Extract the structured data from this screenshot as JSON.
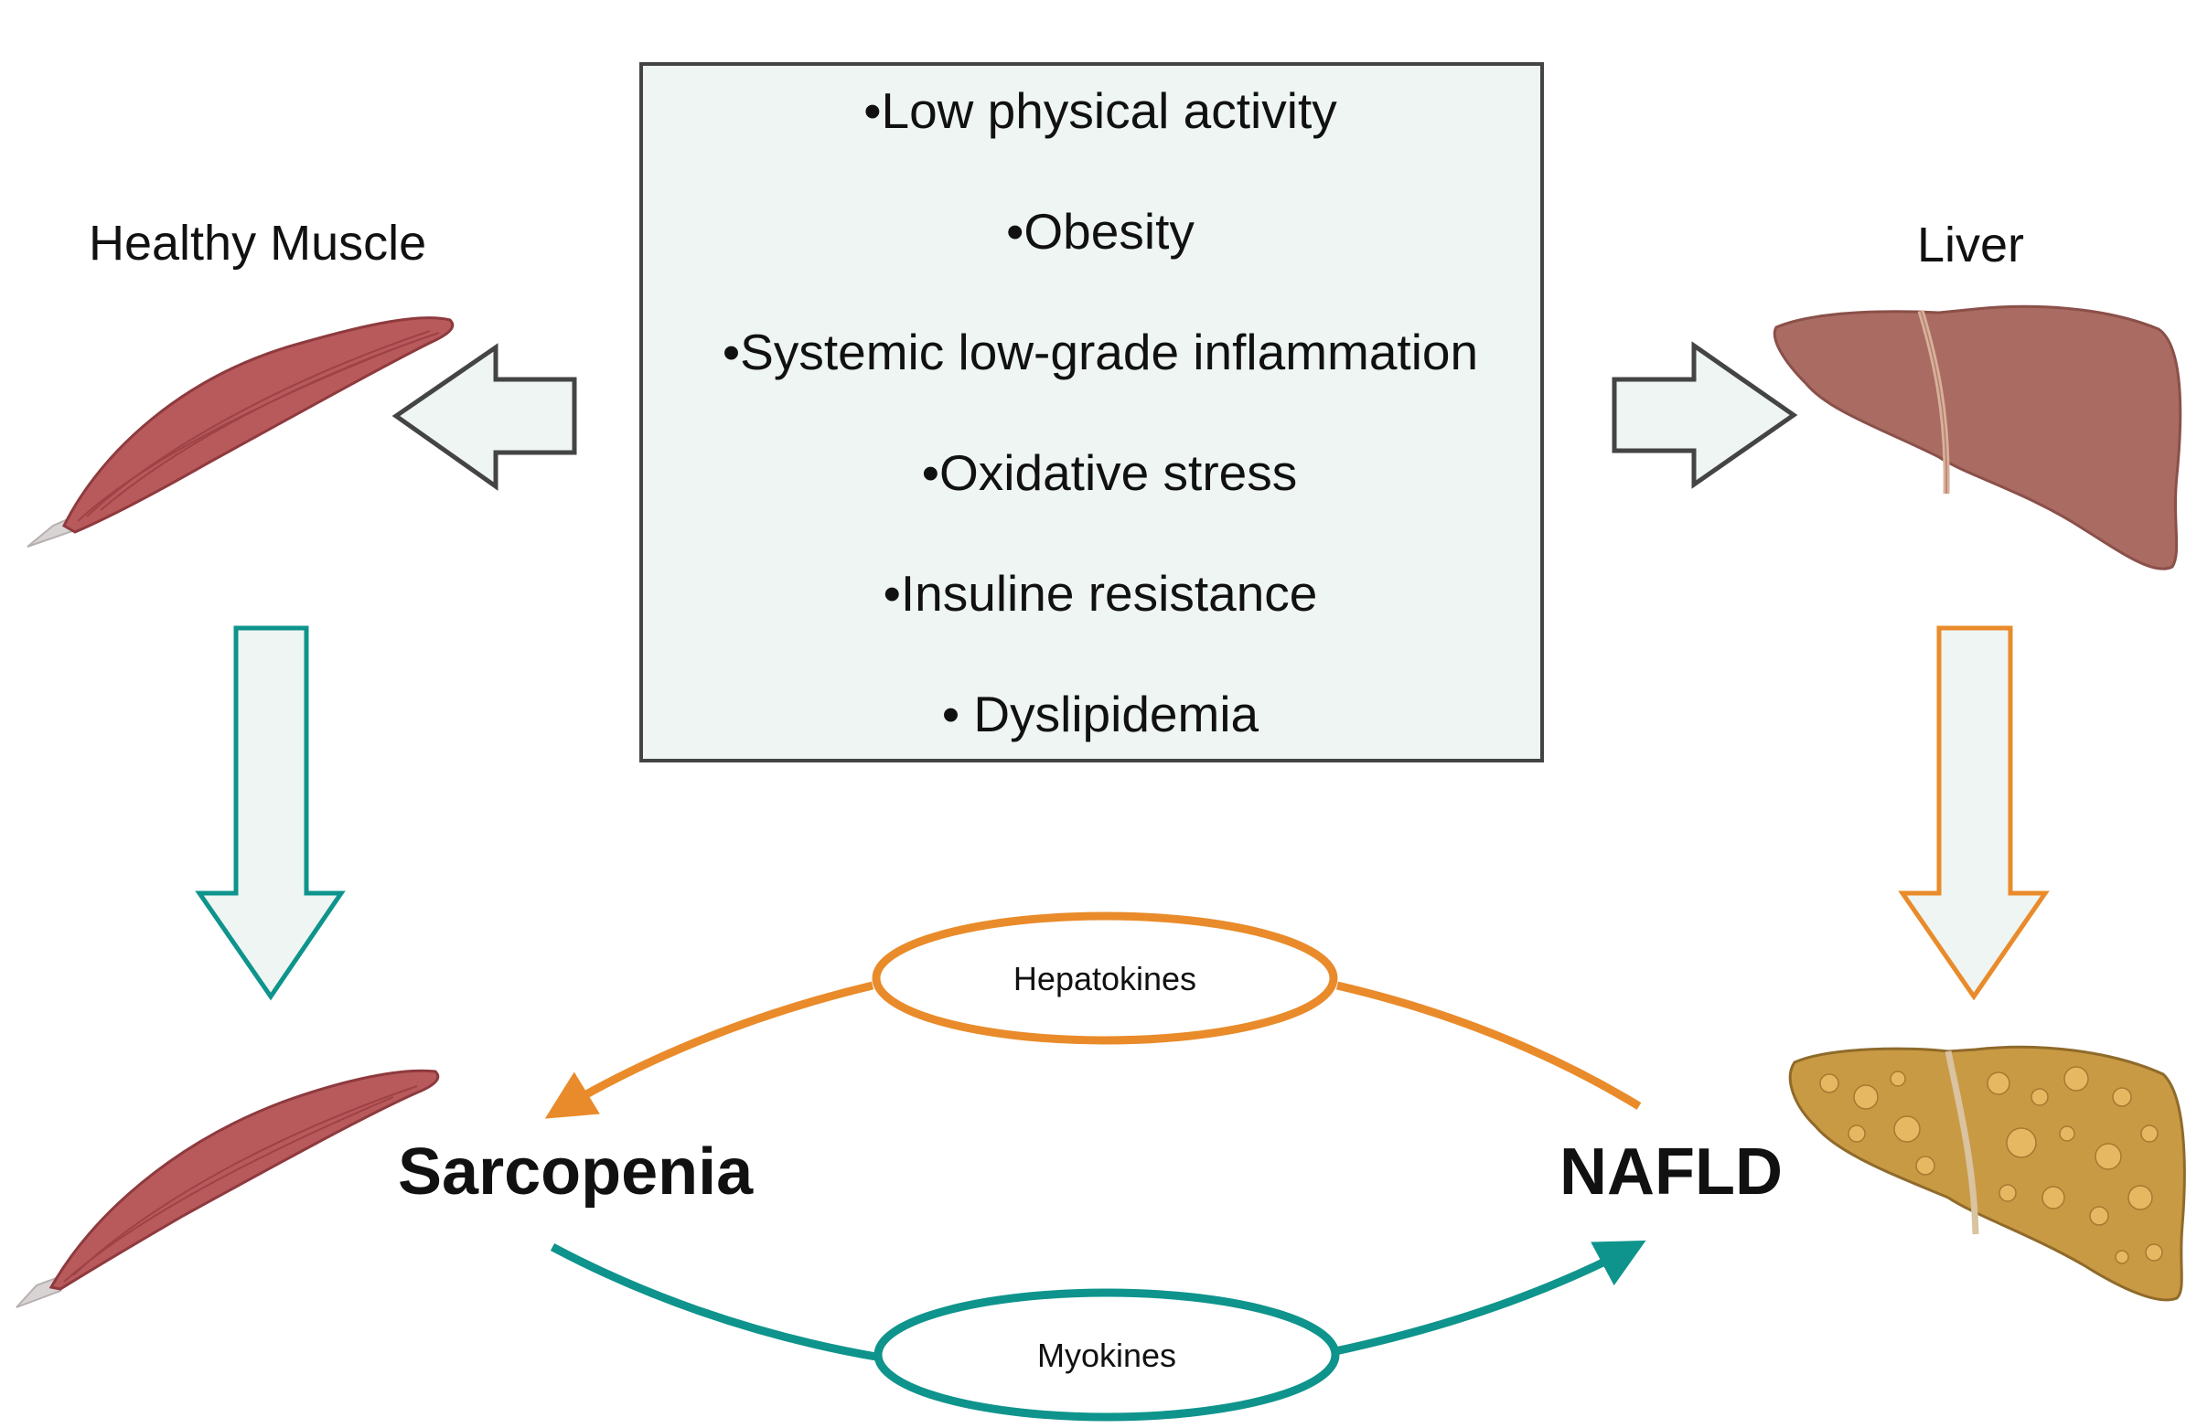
{
  "labels": {
    "healthy_muscle": "Healthy Muscle",
    "liver": "Liver",
    "sarcopenia": "Sarcopenia",
    "nafld": "NAFLD",
    "hepatokines": "Hepatokines",
    "myokines": "Myokines"
  },
  "risk_factors": [
    "•Low physical activity",
    "•Obesity",
    "•Systemic low-grade inflammation",
    "•Oxidative stress",
    "•Insuline resistance",
    "• Dyslipidemia"
  ],
  "colors": {
    "box_fill": "#eef5f2",
    "box_stroke": "#444444",
    "arrow_fill": "#eef5f2",
    "teal": "#0e948c",
    "orange": "#e98b2a",
    "muscle": "#b85a5c",
    "muscle_dark": "#8e3a3e",
    "tendon": "#d9d4d4",
    "liver": "#a96b62",
    "liver_dark": "#8a5049",
    "ligament": "#d9b09a",
    "fatty_liver": "#c99a44",
    "fat_droplet": "#e6b862"
  }
}
